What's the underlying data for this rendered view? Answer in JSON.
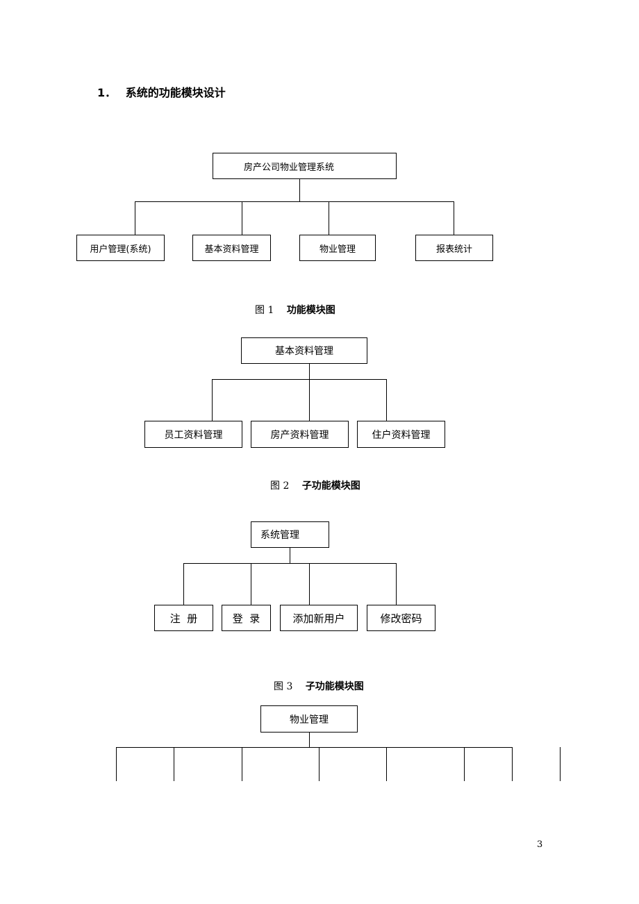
{
  "section": {
    "number": "1．",
    "title": "系统的功能模块设计"
  },
  "figure1": {
    "root": "房产公司物业管理系统",
    "children": [
      "用户管理(系统)",
      "基本资料管理",
      "物业管理",
      "报表统计"
    ],
    "caption_label": "图 1",
    "caption_title": "功能模块图"
  },
  "figure2": {
    "root": "基本资料管理",
    "children": [
      "员工资料管理",
      "房产资料管理",
      "住户资料管理"
    ],
    "caption_label": "图 2",
    "caption_title": "子功能模块图"
  },
  "figure3": {
    "root": "系统管理",
    "children": [
      "注  册",
      "登  录",
      "添加新用户",
      "修改密码"
    ],
    "caption_label": "图 3",
    "caption_title": "子功能模块图"
  },
  "figure4": {
    "root": "物业管理"
  },
  "page_number": "3"
}
